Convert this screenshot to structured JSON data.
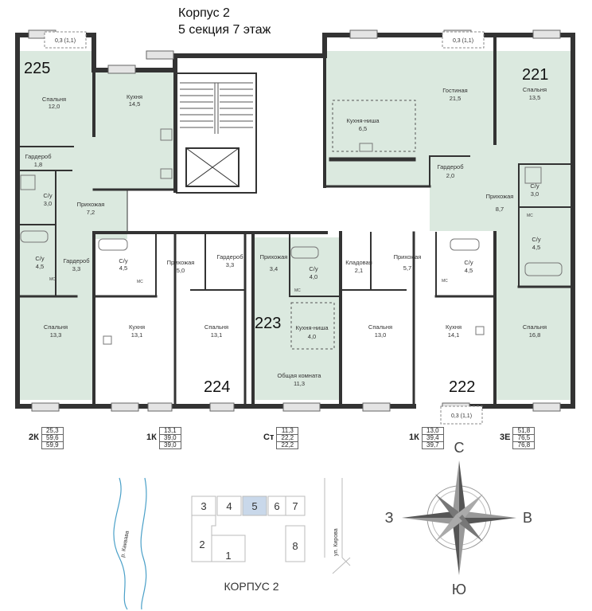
{
  "header": {
    "line1": "Корпус 2",
    "line2": "5 секция 7 этаж"
  },
  "balcony": {
    "label": "0,3 (1,1)"
  },
  "apartments": [
    {
      "number": "225",
      "type": "2К",
      "areas": [
        "25,3",
        "59,6",
        "59,9"
      ]
    },
    {
      "number": "224",
      "type": "1К",
      "areas": [
        "13,1",
        "39,0",
        "39,0"
      ]
    },
    {
      "number": "223",
      "type": "Ст",
      "areas": [
        "11,3",
        "22,2",
        "22,2"
      ]
    },
    {
      "number": "222",
      "type": "1К",
      "areas": [
        "13,0",
        "39,4",
        "39,7"
      ]
    },
    {
      "number": "221",
      "type": "3Е",
      "areas": [
        "51,8",
        "76,5",
        "76,8"
      ]
    }
  ],
  "rooms": [
    {
      "name": "Спальня",
      "area": "12,0"
    },
    {
      "name": "Кухня",
      "area": "14,5"
    },
    {
      "name": "Гардероб",
      "area": "1,8"
    },
    {
      "name": "С/у",
      "area": "3,0"
    },
    {
      "name": "Прихожая",
      "area": "7,2"
    },
    {
      "name": "С/у",
      "area": "4,5"
    },
    {
      "name": "Гардероб",
      "area": "3,3"
    },
    {
      "name": "Спальня",
      "area": "13,3"
    },
    {
      "name": "С/у",
      "area": "4,5"
    },
    {
      "name": "Прихожая",
      "area": "5,0"
    },
    {
      "name": "Гардероб",
      "area": "3,3"
    },
    {
      "name": "Кухня",
      "area": "13,1"
    },
    {
      "name": "Спальня",
      "area": "13,1"
    },
    {
      "name": "Прихожая",
      "area": "3,4"
    },
    {
      "name": "С/у",
      "area": "4,0"
    },
    {
      "name": "Кухня-ниша",
      "area": "4,0"
    },
    {
      "name": "Общая комната",
      "area": "11,3"
    },
    {
      "name": "Кладовая",
      "area": "2,1"
    },
    {
      "name": "Прихожая",
      "area": "5,7"
    },
    {
      "name": "С/у",
      "area": "4,5"
    },
    {
      "name": "Спальня",
      "area": "13,0"
    },
    {
      "name": "Кухня",
      "area": "14,1"
    },
    {
      "name": "Гостиная",
      "area": "21,5"
    },
    {
      "name": "Кухня-ниша",
      "area": "6,5"
    },
    {
      "name": "Спальня",
      "area": "13,5"
    },
    {
      "name": "Гардероб",
      "area": "2,0"
    },
    {
      "name": "Прихожая",
      "area": "8,7"
    },
    {
      "name": "С/у",
      "area": "3,0"
    },
    {
      "name": "С/у",
      "area": "4,5"
    },
    {
      "name": "Спальня",
      "area": "16,8"
    }
  ],
  "fixture_label": "МС",
  "keyplan": {
    "sections": [
      "1",
      "2",
      "3",
      "4",
      "5",
      "6",
      "7",
      "8"
    ],
    "highlighted": "5",
    "caption": "КОРПУС 2",
    "river": "р. Каквава",
    "street": "ул. Кирова"
  },
  "compass": {
    "north": "С",
    "south": "Ю",
    "west": "З",
    "east": "В"
  },
  "colors": {
    "apartment": "#dbe9df",
    "wall": "#333333",
    "highlight": "#c9d8ea",
    "window": "#e4e4e4"
  }
}
